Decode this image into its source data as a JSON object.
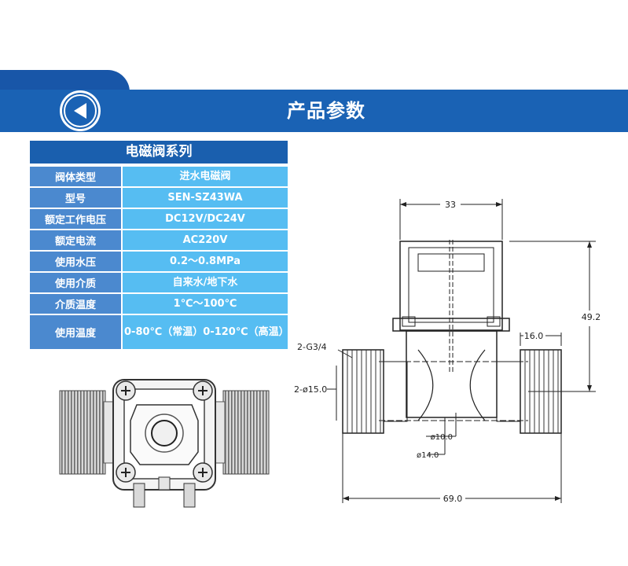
{
  "banner": {
    "title": "产品参数"
  },
  "specs": {
    "title": "电磁阀系列",
    "rows": [
      {
        "label": "阀体类型",
        "value": "进水电磁阀"
      },
      {
        "label": "型号",
        "value": "SEN-SZ43WA"
      },
      {
        "label": "额定工作电压",
        "value": "DC12V/DC24V"
      },
      {
        "label": "额定电流",
        "value": "AC220V"
      },
      {
        "label": "使用水压",
        "value": "0.2～0.8MPa"
      },
      {
        "label": "使用介质",
        "value": "自来水/地下水"
      },
      {
        "label": "介质温度",
        "value": "1℃～100℃"
      },
      {
        "label": "使用温度",
        "value": "0-80℃（常温）0-120℃（高温）"
      }
    ]
  },
  "drawing": {
    "dim_top": "33",
    "dim_height": "49.2",
    "dim_thread_len": "16.0",
    "dim_thread": "2-G3/4",
    "dim_bore": "2-ø15.0",
    "dim_inner": "ø10.0",
    "dim_orifice": "ø14.0",
    "dim_length": "69.0"
  },
  "colors": {
    "banner": "#1a62b4",
    "label_cell": "#4b89cf",
    "value_cell": "#56bdf2"
  }
}
